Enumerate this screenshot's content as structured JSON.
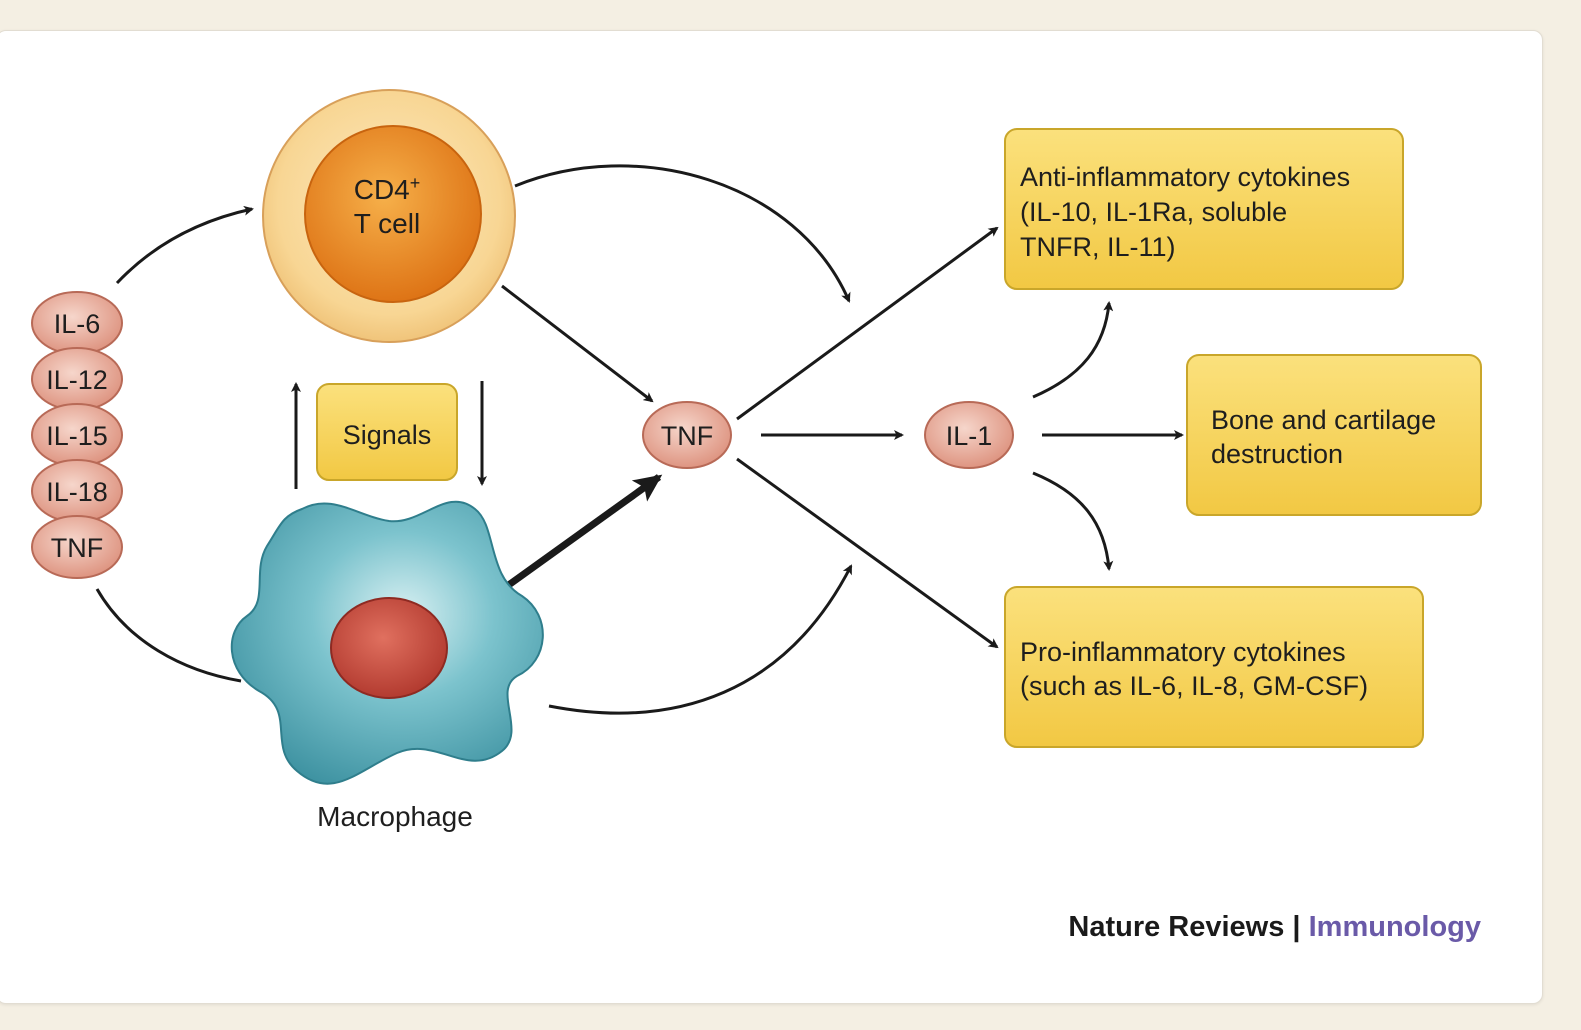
{
  "diagram": {
    "cytokine_stack": [
      "IL-6",
      "IL-12",
      "IL-15",
      "IL-18",
      "TNF"
    ],
    "tcell": {
      "line1": "CD4",
      "superscript": "+",
      "line2": "T cell"
    },
    "signals": "Signals",
    "macrophage": "Macrophage",
    "tnf": "TNF",
    "il1": "IL-1",
    "anti_inflammatory": {
      "line1": "Anti-inflammatory cytokines",
      "line2": "(IL-10, IL-1Ra, soluble",
      "line3": "TNFR, IL-11)"
    },
    "bone_cartilage": {
      "line1": "Bone and cartilage",
      "line2": "destruction"
    },
    "pro_inflammatory": {
      "line1": "Pro-inflammatory cytokines",
      "line2": "(such as IL-6, IL-8, GM-CSF)"
    },
    "credit": {
      "journal": "Nature Reviews",
      "separator": " | ",
      "section": "Immunology"
    }
  },
  "colors": {
    "page_bg": "#f4efe3",
    "box_fill": "#f7d25a",
    "box_stroke": "#c9a62a",
    "pill_fill": "#e8a593",
    "pill_stroke": "#b86a57",
    "tcell_outer": "#f9dca1",
    "tcell_inner": "#e6831e",
    "macrophage_fill": "#5fb0bd",
    "macrophage_nucleus": "#c84a3e",
    "arrow": "#1a1a1a",
    "credit_accent": "#6a5aa8"
  }
}
